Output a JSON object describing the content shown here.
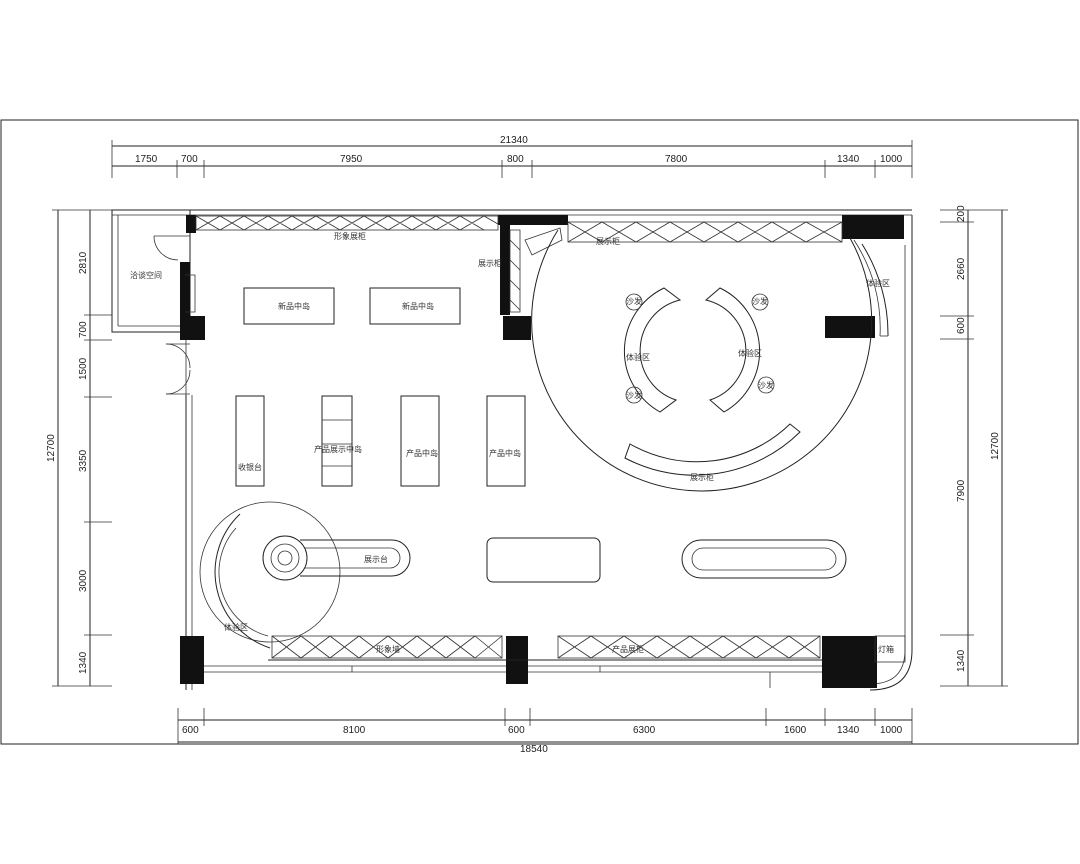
{
  "top_dims": {
    "overall": "21340",
    "segments": [
      "1750",
      "700",
      "7950",
      "800",
      "7800",
      "1340",
      "1000"
    ]
  },
  "bottom_dims": {
    "segments": [
      "600",
      "8100",
      "600",
      "6300",
      "1600",
      "1340",
      "1000"
    ],
    "overall": "18540"
  },
  "left_dims": {
    "overall": "12700",
    "segments": [
      "2810",
      "700",
      "1500",
      "3350",
      "3000",
      "1340"
    ]
  },
  "right_dims": {
    "overall": "12700",
    "segments": [
      "200",
      "2660",
      "600",
      "7900",
      "1340"
    ]
  },
  "labels": {
    "room_top_left": "洽谈空间",
    "shelf_top_left": "形象展柜",
    "counter_top_left": "展示柜",
    "table_1": "新品中岛",
    "table_2": "新品中岛",
    "island_1": "收银台",
    "island_2": "产品展示中岛",
    "island_3": "产品中岛",
    "island_4": "产品中岛",
    "circle_top_right": "展示柜",
    "seat_1": "沙发",
    "seat_2": "沙发",
    "seat_3": "沙发",
    "seat_4": "沙发",
    "arc_bench_left": "体验区",
    "arc_bench_right": "体验区",
    "curved_bench": "展示柜",
    "round_booth": "展示台",
    "corner_label": "体验区",
    "bottom_shelf_1": "形象墙",
    "bottom_shelf_2": "产品展柜",
    "lightbox": "灯箱"
  }
}
